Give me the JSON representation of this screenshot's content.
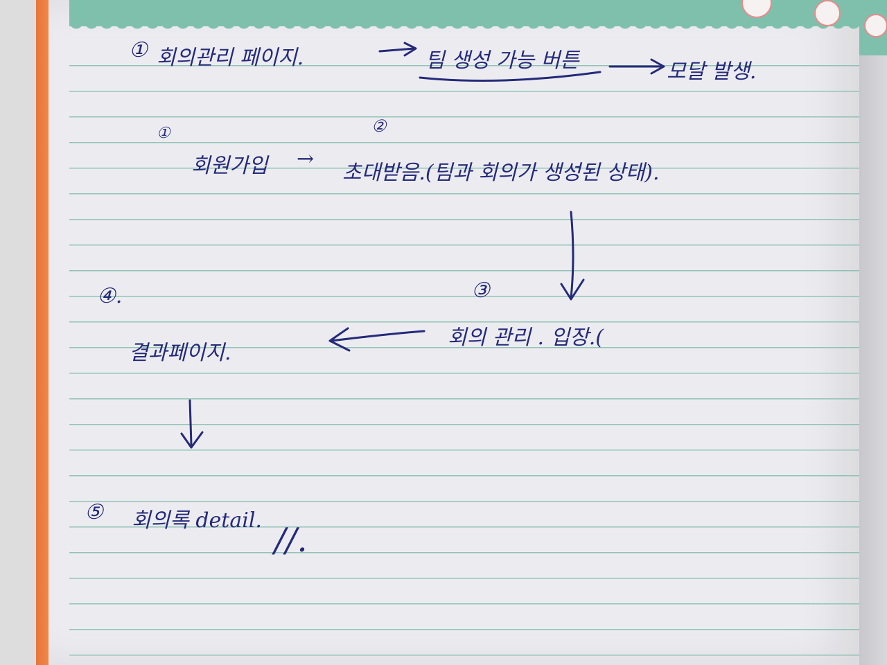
{
  "note": {
    "line1": {
      "num": "①",
      "page": "회의관리 페이지.",
      "button": "팀 생성 가능 버튼",
      "result": "모달 발생."
    },
    "line2": {
      "num_a": "①",
      "num_b": "②",
      "signup": "회원가입",
      "invite": "초대받음.(팀과 회의가 생성된 상태).",
      "arrow": "→"
    },
    "line3": {
      "num": "③",
      "text": "회의 관리 . 입장.("
    },
    "line4": {
      "num": "④.",
      "text": "결과페이지."
    },
    "line5": {
      "num": "⑤",
      "text": "회의록 detail.",
      "mark": "//."
    }
  },
  "colors": {
    "ink": "#252a7a",
    "paper": "#ececf0",
    "rule": "#7cb8a8",
    "band": "#7fc0ad",
    "spine": "#e8743a"
  }
}
